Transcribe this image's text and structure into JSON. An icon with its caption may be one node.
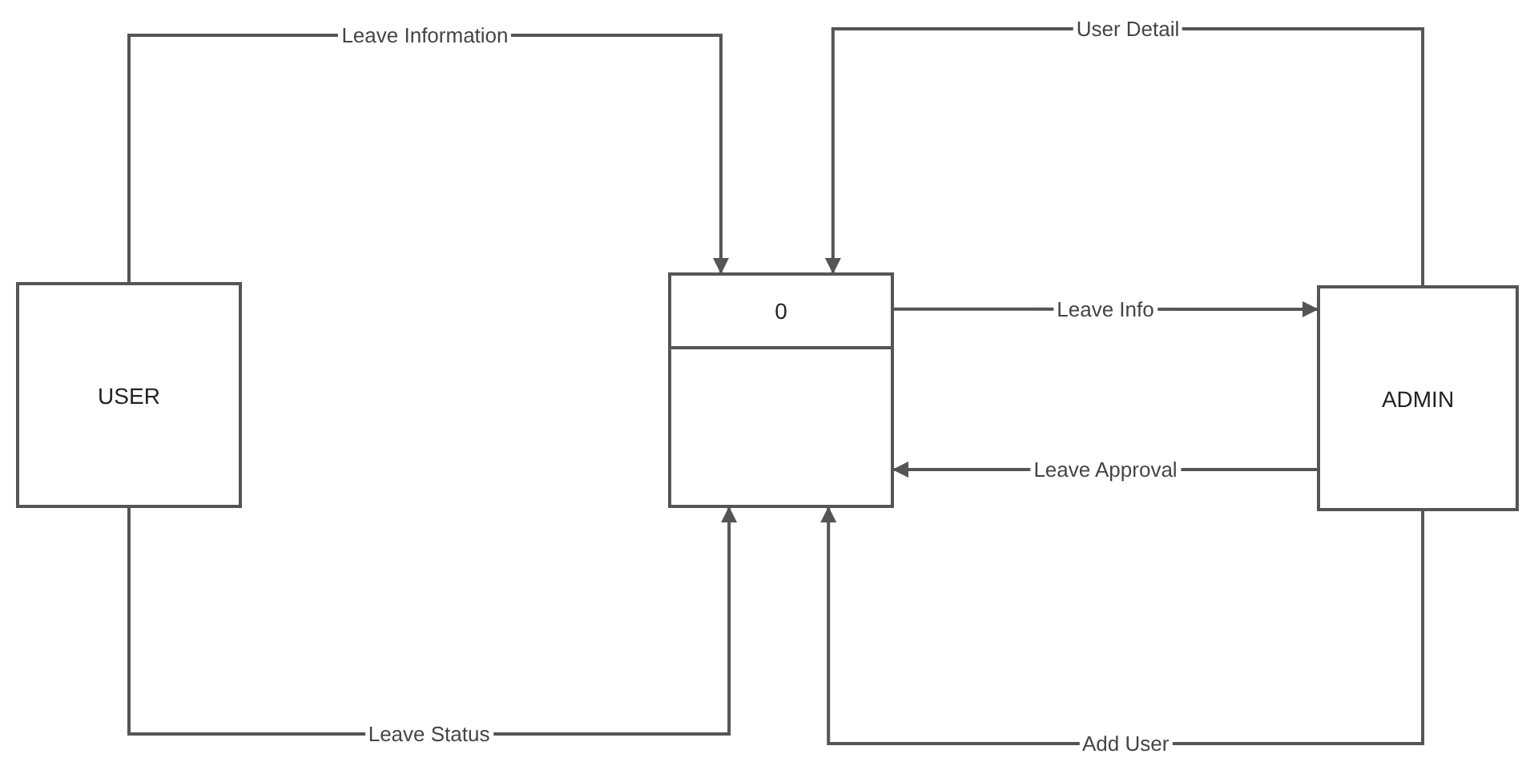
{
  "diagram": {
    "nodes": [
      {
        "text": [
          "USER"
        ]
      },
      {
        "text": [
          "0"
        ]
      },
      {
        "text": [
          "ADMIN"
        ]
      }
    ],
    "edges": [
      {
        "from": 0,
        "to": 1,
        "arrow": "to",
        "label": "Leave Information"
      },
      {
        "from": 2,
        "to": 1,
        "arrow": "to",
        "label": "User Detail"
      },
      {
        "from": 1,
        "to": 2,
        "arrow": "to",
        "label": "Leave Info"
      },
      {
        "from": 2,
        "to": 1,
        "arrow": "to",
        "label": "Leave Approval"
      },
      {
        "from": 0,
        "to": 1,
        "arrow": "to",
        "label": "Leave Status"
      },
      {
        "from": 2,
        "to": 1,
        "arrow": "to",
        "label": "Add User"
      }
    ]
  }
}
